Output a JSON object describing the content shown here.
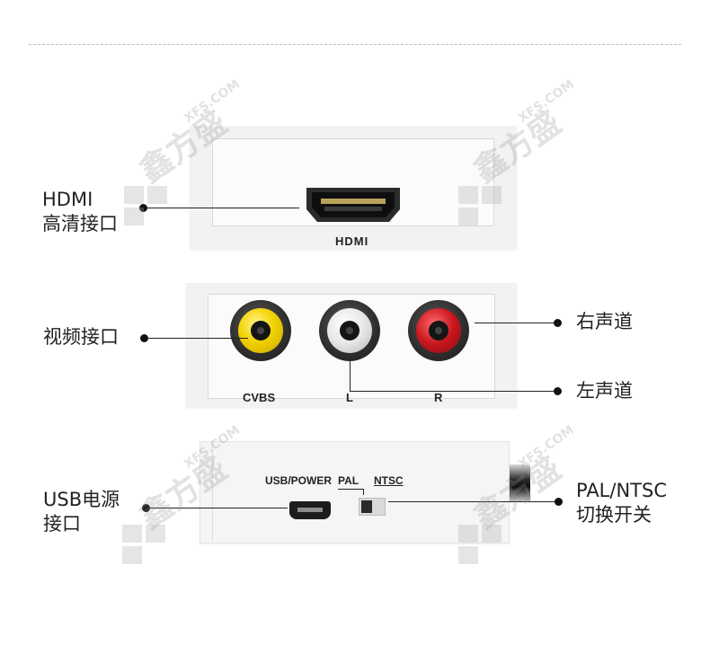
{
  "callouts": {
    "hdmi_line1": "HDMI",
    "hdmi_line2": "高清接口",
    "video": "视频接口",
    "right_audio": "右声道",
    "left_audio": "左声道",
    "usb_line1": "USB电源",
    "usb_line2": "接口",
    "switch_line1": "PAL/NTSC",
    "switch_line2": "切换开关"
  },
  "panel_labels": {
    "hdmi": "HDMI",
    "cvbs": "CVBS",
    "l": "L",
    "r": "R",
    "usb_power": "USB/POWER",
    "pal": "PAL",
    "ntsc": "NTSC"
  },
  "watermark": {
    "brand": "鑫方盛",
    "domain": "XFS.COM"
  },
  "connector_colors": {
    "cvbs": "#f2d200",
    "left": "#e6e6e6",
    "right": "#c8161d"
  }
}
